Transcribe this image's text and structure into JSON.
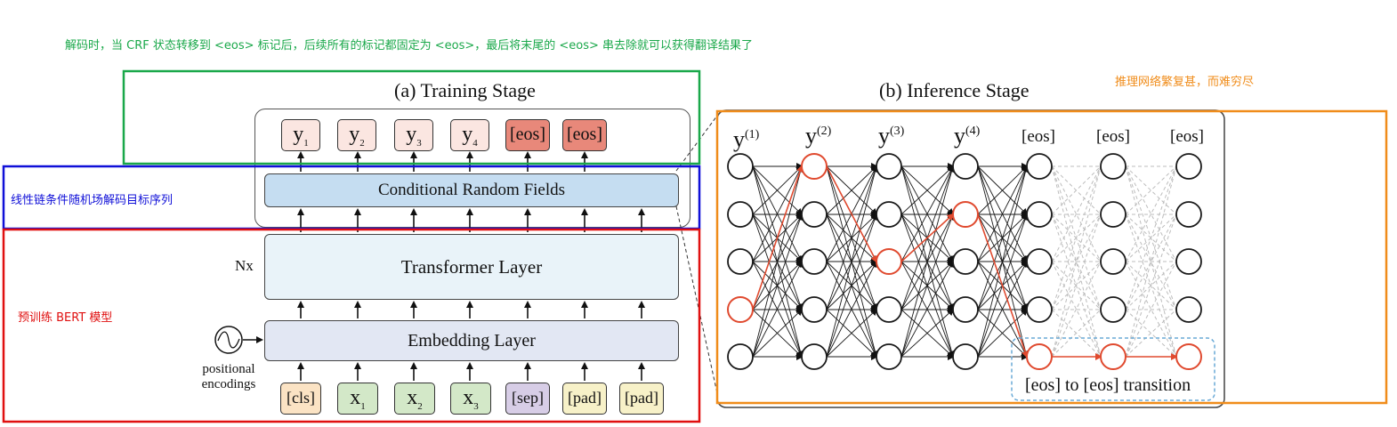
{
  "annotations": {
    "top_note": "解码时，当 CRF 状态转移到 <eos> 标记后，后续所有的标记都固定为 <eos>，最后将末尾的 <eos> 串去除就可以获得翻译结果了",
    "inference_note": "推理网络繁复甚，而难穷尽",
    "crf_note": "线性链条件随机场解码目标序列",
    "bert_note": "预训练 BERT 模型",
    "colors": {
      "green": "#1aa84a",
      "blue": "#1010d8",
      "red": "#e01010",
      "orange": "#f08c1a"
    }
  },
  "training": {
    "title": "(a) Training Stage",
    "outputs": [
      {
        "base": "y",
        "sub": "1",
        "fill": "#fbe6e1"
      },
      {
        "base": "y",
        "sub": "2",
        "fill": "#fbe6e1"
      },
      {
        "base": "y",
        "sub": "3",
        "fill": "#fbe6e1"
      },
      {
        "base": "y",
        "sub": "4",
        "fill": "#fbe6e1"
      },
      {
        "base": "[eos]",
        "sub": "",
        "fill": "#e8887a"
      },
      {
        "base": "[eos]",
        "sub": "",
        "fill": "#e8887a"
      }
    ],
    "crf_label": "Conditional Random Fields",
    "nx_label": "Nx",
    "transformer_label": "Transformer Layer",
    "embedding_label": "Embedding Layer",
    "positional_label_1": "positional",
    "positional_label_2": "encodings",
    "inputs": [
      {
        "base": "[cls]",
        "sub": "",
        "fill": "#fbe3c4"
      },
      {
        "base": "x",
        "sub": "1",
        "fill": "#d3e8c8"
      },
      {
        "base": "x",
        "sub": "2",
        "fill": "#d3e8c8"
      },
      {
        "base": "x",
        "sub": "3",
        "fill": "#d3e8c8"
      },
      {
        "base": "[sep]",
        "sub": "",
        "fill": "#d7cde6"
      },
      {
        "base": "[pad]",
        "sub": "",
        "fill": "#f7f1c8"
      },
      {
        "base": "[pad]",
        "sub": "",
        "fill": "#f7f1c8"
      }
    ]
  },
  "inference": {
    "title": "(b) Inference Stage",
    "columns": [
      {
        "base": "y",
        "sup": "(1)"
      },
      {
        "base": "y",
        "sup": "(2)"
      },
      {
        "base": "y",
        "sup": "(3)"
      },
      {
        "base": "y",
        "sup": "(4)"
      },
      {
        "base": "[eos]",
        "sup": ""
      },
      {
        "base": "[eos]",
        "sup": ""
      },
      {
        "base": "[eos]",
        "sup": ""
      }
    ],
    "path_rows": [
      3,
      0,
      2,
      1,
      4,
      4,
      4
    ],
    "transition_label": "[eos] to [eos] transition"
  }
}
